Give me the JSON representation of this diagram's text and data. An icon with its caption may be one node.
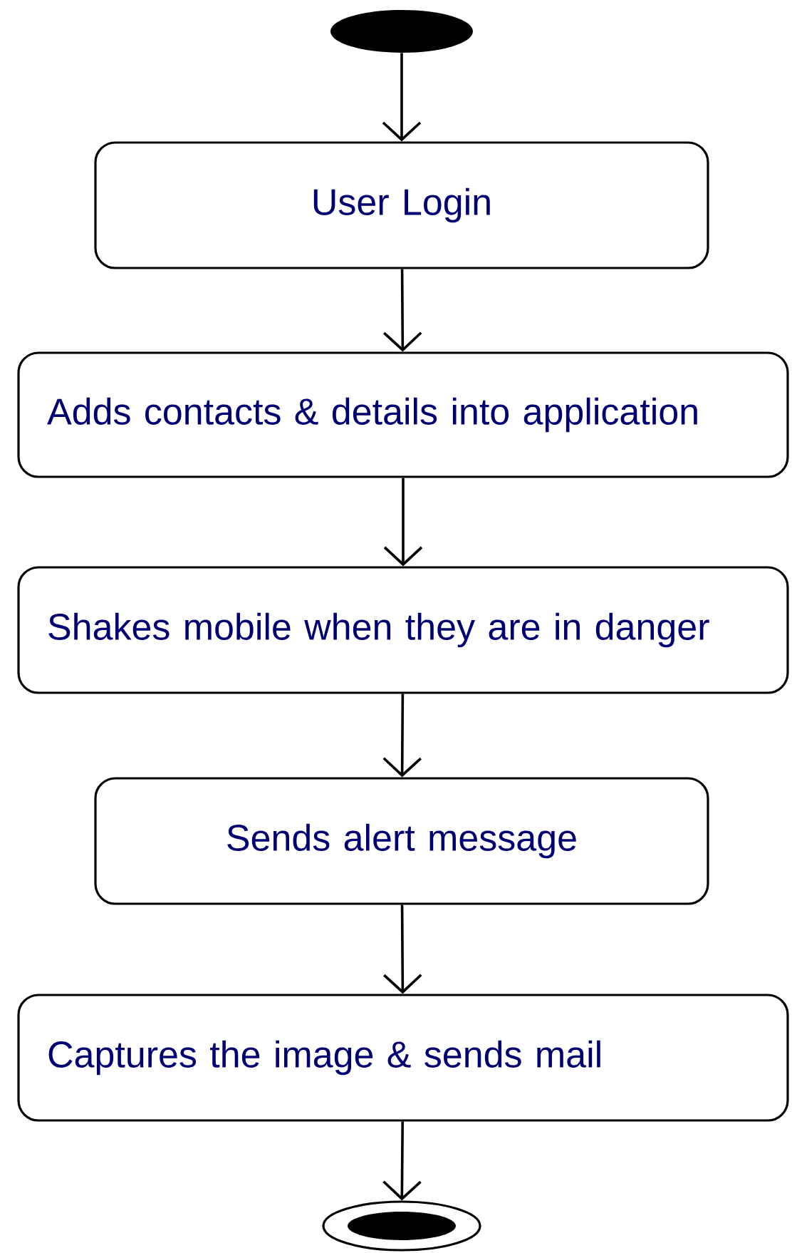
{
  "diagram": {
    "nodes": [
      {
        "text": [],
        "shape": "circle"
      },
      {
        "text": [
          "User Login"
        ]
      },
      {
        "text": [
          "Adds contacts & details into application"
        ]
      },
      {
        "text": [
          "Shakes mobile when they are in danger"
        ]
      },
      {
        "text": [
          "Sends alert message"
        ]
      },
      {
        "text": [
          "Captures the image & sends mail"
        ]
      },
      {
        "text": [],
        "shape": "circle"
      }
    ],
    "edges": [
      {
        "from": 0,
        "to": 1,
        "arrow": "to"
      },
      {
        "from": 1,
        "to": 2,
        "arrow": "to"
      },
      {
        "from": 2,
        "to": 3,
        "arrow": "to"
      },
      {
        "from": 3,
        "to": 4,
        "arrow": "to"
      },
      {
        "from": 4,
        "to": 5,
        "arrow": "to"
      },
      {
        "from": 5,
        "to": 6,
        "arrow": "to"
      }
    ]
  }
}
